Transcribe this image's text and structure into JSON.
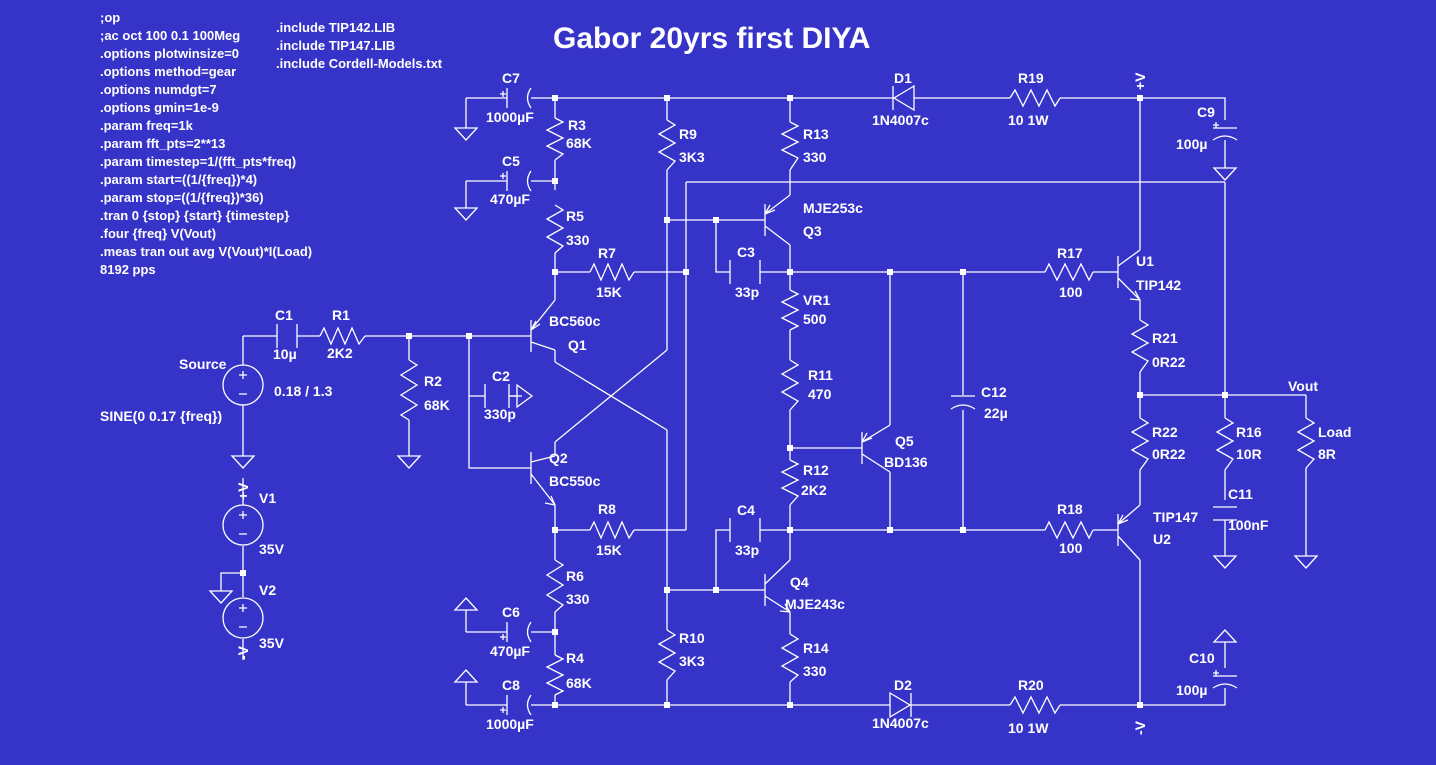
{
  "title": "Gabor 20yrs first DIYA",
  "directives": [
    ";op",
    ";ac oct 100 0.1 100Meg",
    ".options plotwinsize=0",
    ".options method=gear",
    ".options numdgt=7",
    ".options gmin=1e-9",
    ".param freq=1k",
    ".param fft_pts=2**13",
    ".param timestep=1/(fft_pts*freq)",
    ".param start=((1/{freq})*4)",
    ".param stop=((1/{freq})*36)",
    ".tran 0 {stop} {start} {timestep}",
    ".four {freq} V(Vout)",
    ".meas tran out avg V(Vout)*I(Load)",
    "8192 pps"
  ],
  "includes": [
    ".include TIP142.LIB",
    ".include TIP147.LIB",
    ".include Cordell-Models.txt"
  ],
  "colors": {
    "background": "#3633c9",
    "foreground": "#ffffff"
  },
  "sources": {
    "source": {
      "name": "Source",
      "value": "0.18 / 1.3",
      "spec": "SINE(0 0.17 {freq})"
    },
    "v1": {
      "name": "V1",
      "value": "35V"
    },
    "v2": {
      "name": "V2",
      "value": "35V"
    }
  },
  "rails": {
    "pos": "+V",
    "neg": "-V"
  },
  "resistors": {
    "r1": {
      "name": "R1",
      "value": "2K2"
    },
    "r2": {
      "name": "R2",
      "value": "68K"
    },
    "r3": {
      "name": "R3",
      "value": "68K"
    },
    "r4": {
      "name": "R4",
      "value": "68K"
    },
    "r5": {
      "name": "R5",
      "value": "330"
    },
    "r6": {
      "name": "R6",
      "value": "330"
    },
    "r7": {
      "name": "R7",
      "value": "15K"
    },
    "r8": {
      "name": "R8",
      "value": "15K"
    },
    "r9": {
      "name": "R9",
      "value": "3K3"
    },
    "r10": {
      "name": "R10",
      "value": "3K3"
    },
    "r11": {
      "name": "R11",
      "value": "470"
    },
    "r12": {
      "name": "R12",
      "value": "2K2"
    },
    "r13": {
      "name": "R13",
      "value": "330"
    },
    "r14": {
      "name": "R14",
      "value": "330"
    },
    "r16": {
      "name": "R16",
      "value": "10R"
    },
    "r17": {
      "name": "R17",
      "value": "100"
    },
    "r18": {
      "name": "R18",
      "value": "100"
    },
    "r19": {
      "name": "R19",
      "value": "10 1W"
    },
    "r20": {
      "name": "R20",
      "value": "10 1W"
    },
    "r21": {
      "name": "R21",
      "value": "0R22"
    },
    "r22": {
      "name": "R22",
      "value": "0R22"
    },
    "vr1": {
      "name": "VR1",
      "value": "500"
    },
    "load": {
      "name": "Load",
      "value": "8R"
    }
  },
  "capacitors": {
    "c1": {
      "name": "C1",
      "value": "10µ"
    },
    "c2": {
      "name": "C2",
      "value": "330p"
    },
    "c3": {
      "name": "C3",
      "value": "33p"
    },
    "c4": {
      "name": "C4",
      "value": "33p"
    },
    "c5": {
      "name": "C5",
      "value": "470µF"
    },
    "c6": {
      "name": "C6",
      "value": "470µF"
    },
    "c7": {
      "name": "C7",
      "value": "1000µF"
    },
    "c8": {
      "name": "C8",
      "value": "1000µF"
    },
    "c9": {
      "name": "C9",
      "value": "100µ"
    },
    "c10": {
      "name": "C10",
      "value": "100µ"
    },
    "c11": {
      "name": "C11",
      "value": "100nF"
    },
    "c12": {
      "name": "C12",
      "value": "22µ"
    }
  },
  "diodes": {
    "d1": {
      "name": "D1",
      "value": "1N4007c"
    },
    "d2": {
      "name": "D2",
      "value": "1N4007c"
    }
  },
  "transistors": {
    "q1": {
      "name": "Q1",
      "value": "BC560c"
    },
    "q2": {
      "name": "Q2",
      "value": "BC550c"
    },
    "q3": {
      "name": "Q3",
      "value": "MJE253c"
    },
    "q4": {
      "name": "Q4",
      "value": "MJE243c"
    },
    "q5": {
      "name": "Q5",
      "value": "BD136"
    },
    "u1": {
      "name": "U1",
      "value": "TIP142"
    },
    "u2": {
      "name": "U2",
      "value": "TIP147"
    }
  },
  "nets": {
    "vout": "Vout"
  }
}
